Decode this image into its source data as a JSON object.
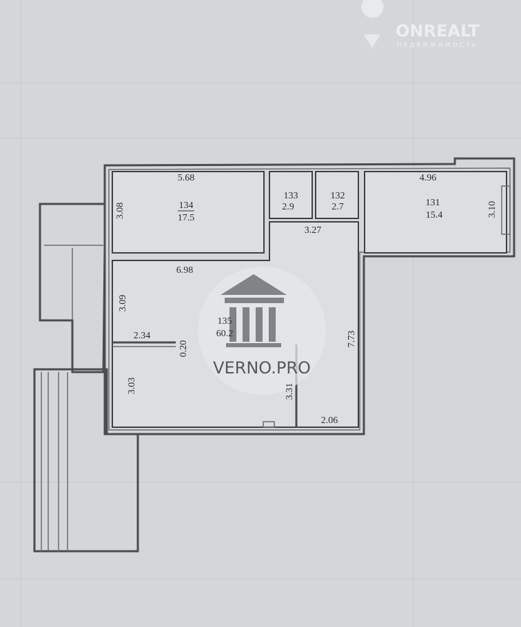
{
  "watermarks": {
    "onrealt_brand": "ONREALT",
    "onrealt_subtitle": "НЕДВИЖИМОСТЬ",
    "verno": "VERNO.PRO"
  },
  "rooms": [
    {
      "id": "134",
      "area": "17.5"
    },
    {
      "id": "133",
      "area": "2.9"
    },
    {
      "id": "132",
      "area": "2.7"
    },
    {
      "id": "131",
      "area": "15.4"
    },
    {
      "id": "135",
      "area": "60.2"
    }
  ],
  "dimensions": {
    "room134_width": "5.68",
    "room134_height": "3.08",
    "room131_width": "4.96",
    "room131_height": "3.10",
    "hall_width_top": "3.27",
    "living_width": "6.98",
    "living_height_upper": "3.09",
    "partition_length": "2.34",
    "partition_thickness": "0.20",
    "living_height_lower": "3.03",
    "niche_height": "3.31",
    "hall_length": "7.73",
    "hall_width_bottom": "2.06"
  },
  "colors": {
    "paper": "#d4d6d8",
    "line": "#3e4044"
  }
}
